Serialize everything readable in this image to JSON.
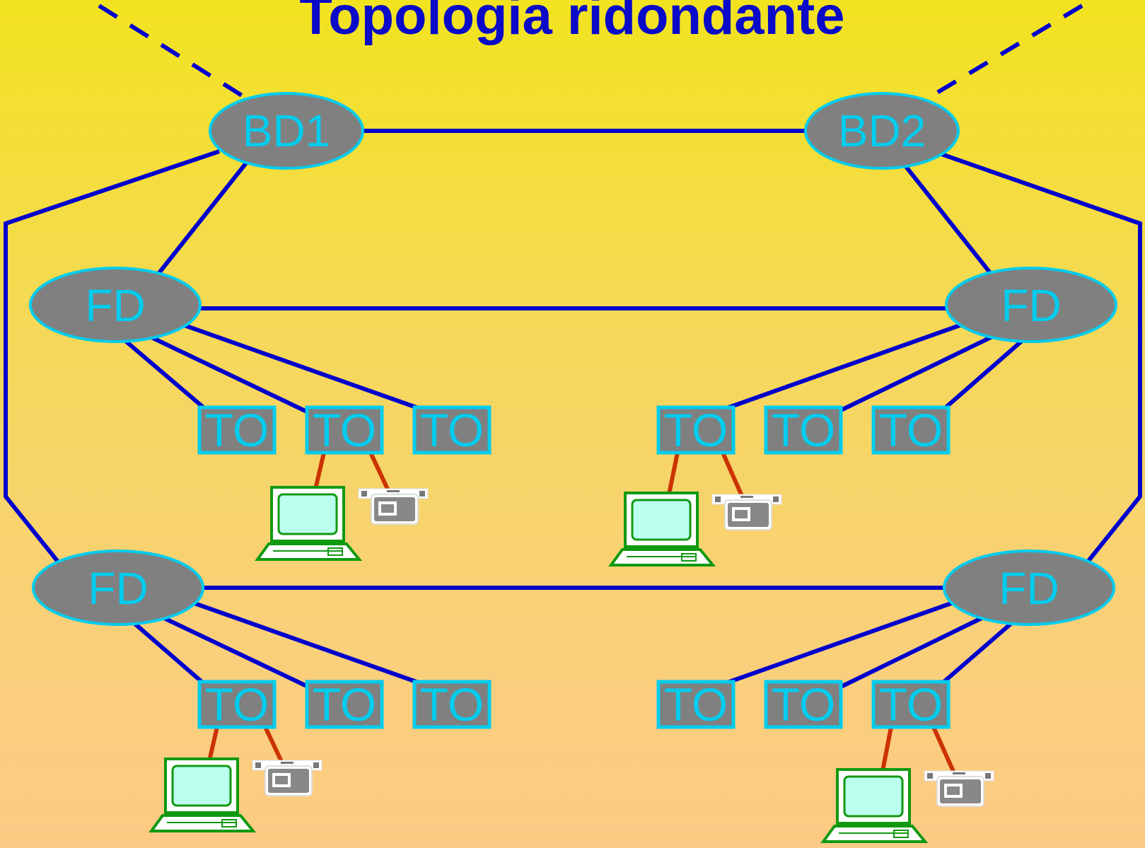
{
  "title": "Topologia ridondante",
  "building_distributors": [
    {
      "id": "bd1",
      "label": "BD1"
    },
    {
      "id": "bd2",
      "label": "BD2"
    }
  ],
  "floor_distributors": [
    {
      "id": "fd-top-left",
      "label": "FD"
    },
    {
      "id": "fd-top-right",
      "label": "FD"
    },
    {
      "id": "fd-bottom-left",
      "label": "FD"
    },
    {
      "id": "fd-bottom-right",
      "label": "FD"
    }
  ],
  "outlet_label": "TO",
  "outlet_count": 12,
  "device_icons": {
    "computer": "computer-icon",
    "phone": "telephone-icon"
  },
  "colors": {
    "link": "#0000cc",
    "drop_cable": "#cc3300",
    "node_fill": "#808080",
    "node_outline": "#00ccee",
    "label": "#00ccee",
    "title": "#0a0ac8",
    "computer": "#119911",
    "computer_screen": "#bbffee"
  }
}
